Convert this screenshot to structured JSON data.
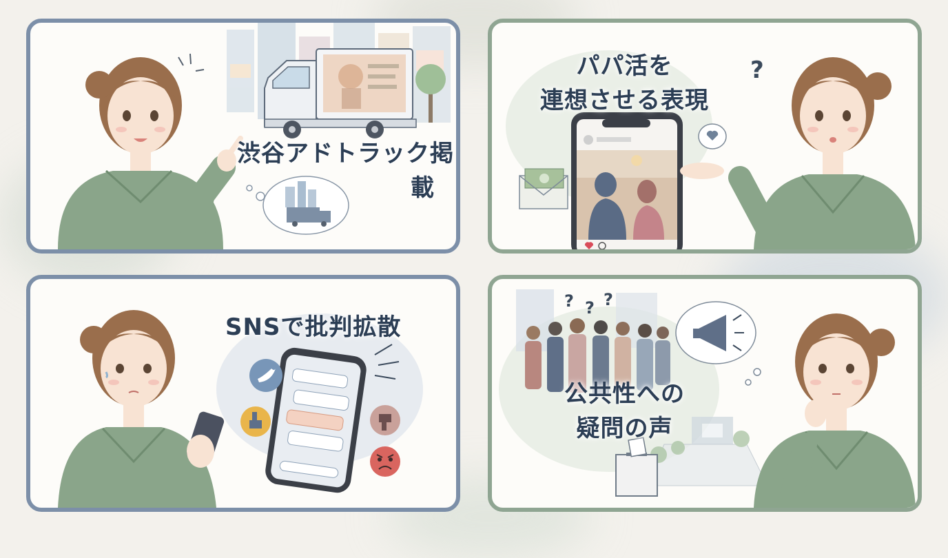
{
  "panels": [
    {
      "id": "shibuya-truck",
      "caption_lines": [
        "渋谷アドトラック掲",
        "載"
      ],
      "border_color": "#7c8fa8"
    },
    {
      "id": "papakatsu",
      "caption_lines": [
        "パパ活を",
        "連想させる表現"
      ],
      "border_color": "#8fa592"
    },
    {
      "id": "sns-criticism",
      "caption_lines": [
        "SNSで批判拡散"
      ],
      "border_color": "#7c8fa8"
    },
    {
      "id": "public-question",
      "caption_lines": [
        "公共性への",
        "疑問の声"
      ],
      "border_color": "#8fa592"
    }
  ],
  "colors": {
    "text": "#2c3e55",
    "sweater": "#8aa58a",
    "hair": "#9a6e4c",
    "skin": "#f8e3d3"
  },
  "icons": [
    "twitter-bird-icon",
    "thumbs-up-icon",
    "thumbs-down-icon",
    "angry-face-icon",
    "megaphone-icon",
    "heart-icon",
    "money-envelope-icon",
    "ballot-box-icon"
  ]
}
